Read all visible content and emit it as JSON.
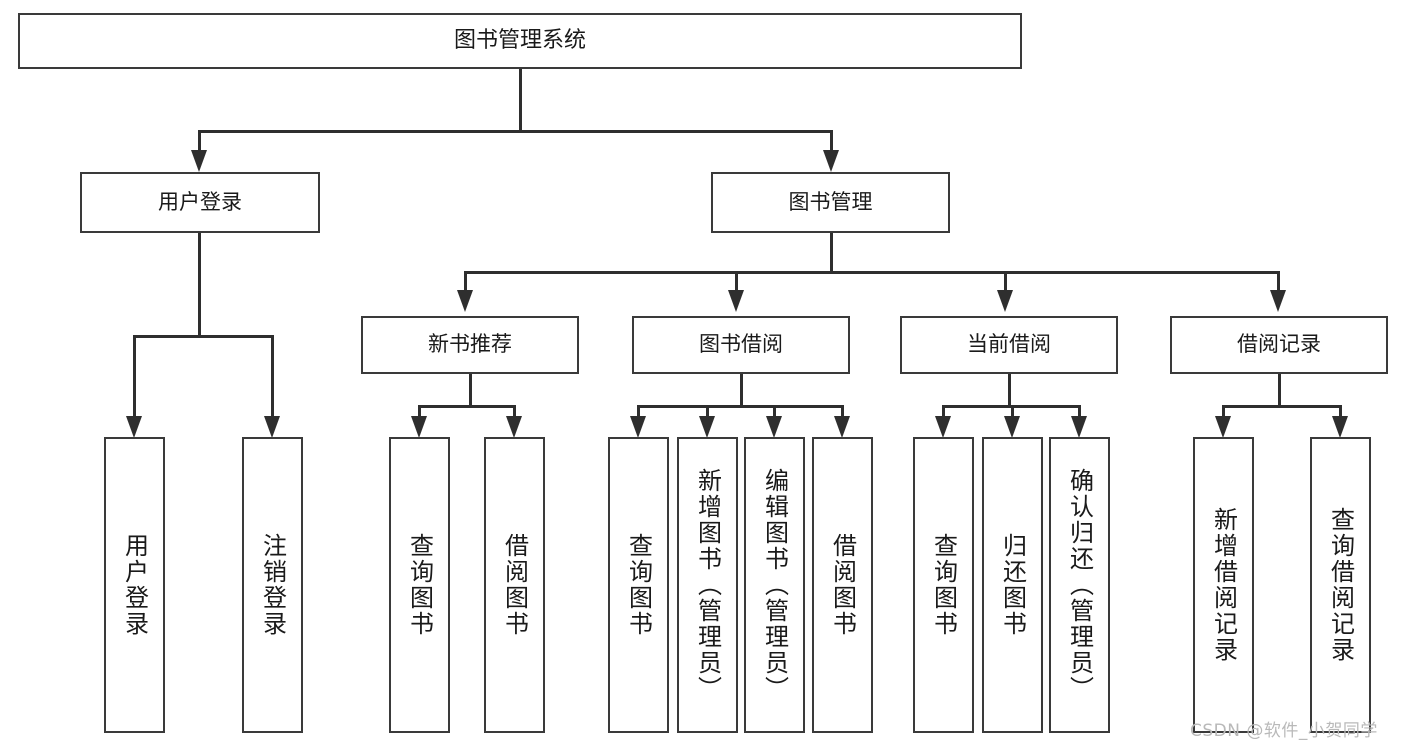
{
  "diagram": {
    "title": "图书管理系统",
    "type": "tree-hierarchy-diagram",
    "root": {
      "label": "图书管理系统"
    },
    "level2": [
      {
        "label": "用户登录"
      },
      {
        "label": "图书管理"
      }
    ],
    "level3": [
      {
        "label": "新书推荐"
      },
      {
        "label": "图书借阅"
      },
      {
        "label": "当前借阅"
      },
      {
        "label": "借阅记录"
      }
    ],
    "leaves": {
      "user_login": [
        {
          "label": "用户登录"
        },
        {
          "label": "注销登录"
        }
      ],
      "new_book_recommend": [
        {
          "label": "查询图书"
        },
        {
          "label": "借阅图书"
        }
      ],
      "book_borrow": [
        {
          "label": "查询图书"
        },
        {
          "label": "新增图书（管理员）"
        },
        {
          "label": "编辑图书（管理员）"
        },
        {
          "label": "借阅图书"
        }
      ],
      "current_borrow": [
        {
          "label": "查询图书"
        },
        {
          "label": "归还图书"
        },
        {
          "label": "确认归还（管理员）"
        }
      ],
      "borrow_record": [
        {
          "label": "新增借阅记录"
        },
        {
          "label": "查询借阅记录"
        }
      ]
    }
  },
  "watermark": {
    "text": "CSDN @软件_小贺同学"
  },
  "colors": {
    "border": "#3a3a3a",
    "connector": "#2e2e2e",
    "text": "#1a1a1a",
    "background": "#ffffff",
    "watermark": "#b9b9b9"
  }
}
